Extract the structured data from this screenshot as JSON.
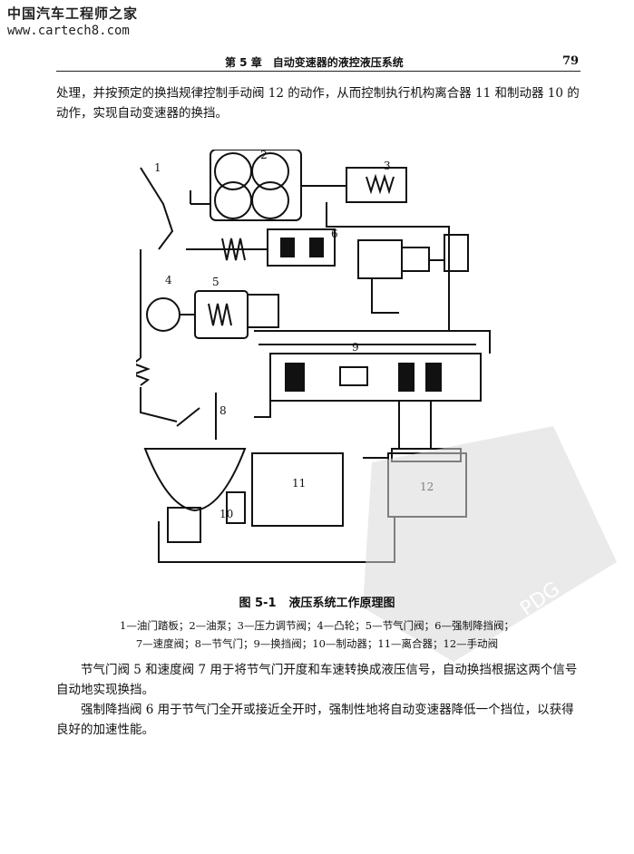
{
  "watermark": {
    "title": "中国汽车工程师之家",
    "url": "www.cartech8.com"
  },
  "header": {
    "chapter": "第 5 章　自动变速器的液控液压系统",
    "page_number": "79"
  },
  "body": {
    "para1": "处理，并按预定的换挡规律控制手动阀 12 的动作，从而控制执行机构离合器 11 和制动器 10 的动作，实现自动变速器的换挡。",
    "para2": "节气门阀 5 和速度阀 7 用于将节气门开度和车速转换成液压信号，自动换挡根据这两个信号自动地实现换挡。",
    "para3": "强制降挡阀 6 用于节气门全开或接近全开时，强制性地将自动变速器降低一个挡位，以获得良好的加速性能。"
  },
  "figure": {
    "number": "图 5-1",
    "title": "液压系统工作原理图",
    "labels": [
      "1",
      "2",
      "3",
      "4",
      "5",
      "6",
      "8",
      "9",
      "10",
      "11",
      "12"
    ],
    "legend_line1": "1—油门踏板；2—油泵；3—压力调节阀；4—凸轮；5—节气门阀；6—强制降挡阀；",
    "legend_line2": "7—速度阀；8—节气门；9—换挡阀；10—制动器；11—离合器；12—手动阀"
  },
  "stamp": {
    "text": "PDG"
  }
}
